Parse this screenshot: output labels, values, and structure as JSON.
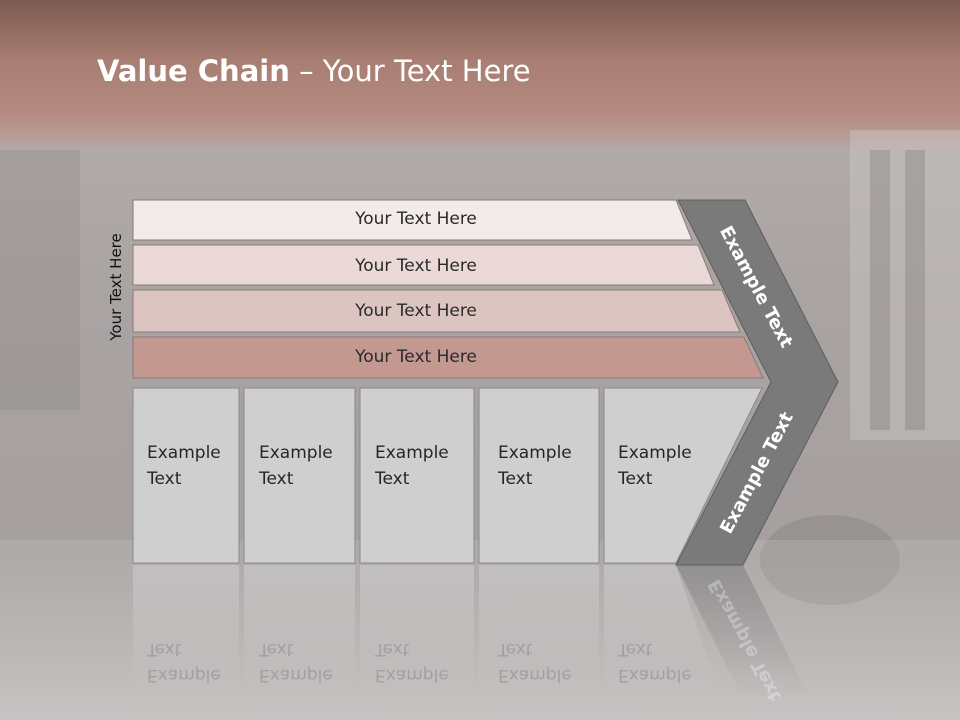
{
  "title": {
    "bold": "Value Chain",
    "rest": " – Your Text Here"
  },
  "side_label": "Your Text Here",
  "bands": [
    {
      "label": "Your Text Here",
      "color": "#f3ebea"
    },
    {
      "label": "Your Text Here",
      "color": "#ead9d7"
    },
    {
      "label": "Your Text Here",
      "color": "#dcc5c1"
    },
    {
      "label": "Your Text Here",
      "color": "#c39891"
    }
  ],
  "cells": [
    {
      "text": "Example\nText"
    },
    {
      "text": "Example\nText"
    },
    {
      "text": "Example\nText"
    },
    {
      "text": "Example\nText"
    },
    {
      "text": "Example\nText"
    }
  ],
  "chevron": {
    "upper_text": "Example Text",
    "lower_text": "Example Text",
    "color": "#7a7a7a"
  },
  "colors": {
    "cell_fill": "#cfcfcf",
    "cell_border": "#8a8a8a"
  }
}
